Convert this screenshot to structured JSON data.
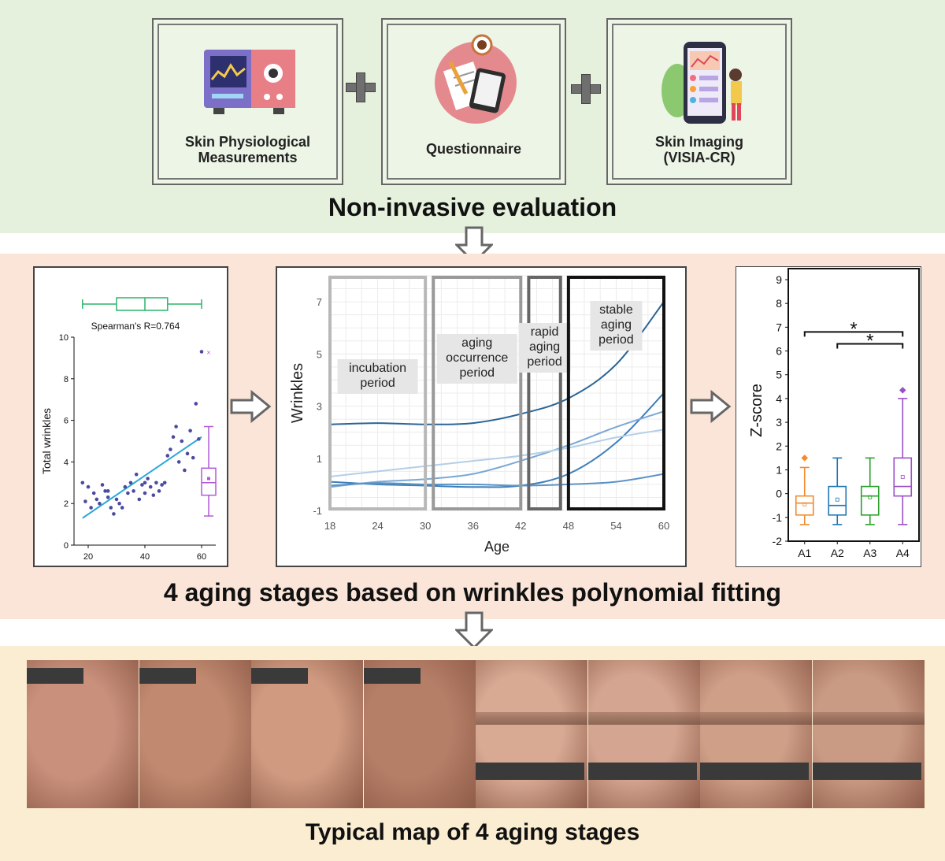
{
  "top": {
    "cards": [
      {
        "label_lines": [
          "Skin Physiological",
          "Measurements"
        ],
        "icon": "physiological-device-icon"
      },
      {
        "label_lines": [
          "Questionnaire"
        ],
        "icon": "questionnaire-icon"
      },
      {
        "label_lines": [
          "Skin Imaging",
          "(VISIA-CR)"
        ],
        "icon": "skin-imaging-phone-icon"
      }
    ],
    "title": "Non-invasive evaluation"
  },
  "middle": {
    "title": "4 aging stages based on wrinkles polynomial fitting"
  },
  "bottom": {
    "title": "Typical map of 4 aging stages"
  },
  "chart_data": [
    {
      "type": "scatter",
      "title": "Spearman's R=0.764",
      "xlabel": "",
      "ylabel": "Total wrinkles",
      "xlim": [
        15,
        65
      ],
      "ylim": [
        0,
        10
      ],
      "xticks": [
        "20",
        "40",
        "60"
      ],
      "yticks": [
        "0",
        "2",
        "4",
        "6",
        "8",
        "10"
      ],
      "points": [
        [
          18,
          3.0
        ],
        [
          19,
          2.1
        ],
        [
          20,
          2.8
        ],
        [
          21,
          1.8
        ],
        [
          22,
          2.5
        ],
        [
          23,
          2.2
        ],
        [
          24,
          2.0
        ],
        [
          25,
          2.9
        ],
        [
          26,
          2.6
        ],
        [
          27,
          2.3
        ],
        [
          27,
          2.6
        ],
        [
          28,
          1.8
        ],
        [
          29,
          1.5
        ],
        [
          30,
          2.2
        ],
        [
          31,
          2.0
        ],
        [
          32,
          1.8
        ],
        [
          33,
          2.8
        ],
        [
          34,
          2.5
        ],
        [
          35,
          3.0
        ],
        [
          36,
          2.6
        ],
        [
          37,
          3.4
        ],
        [
          38,
          2.2
        ],
        [
          39,
          2.9
        ],
        [
          40,
          3.0
        ],
        [
          40,
          2.5
        ],
        [
          41,
          3.2
        ],
        [
          42,
          2.8
        ],
        [
          43,
          2.4
        ],
        [
          44,
          3.0
        ],
        [
          45,
          2.6
        ],
        [
          46,
          2.9
        ],
        [
          47,
          3.0
        ],
        [
          48,
          4.3
        ],
        [
          49,
          4.6
        ],
        [
          50,
          5.2
        ],
        [
          51,
          5.7
        ],
        [
          52,
          4.0
        ],
        [
          53,
          5.0
        ],
        [
          54,
          3.6
        ],
        [
          55,
          4.4
        ],
        [
          56,
          5.5
        ],
        [
          57,
          4.2
        ],
        [
          58,
          6.8
        ],
        [
          59,
          5.1
        ],
        [
          60,
          9.3
        ]
      ],
      "fit_line": [
        [
          18,
          1.3
        ],
        [
          60,
          5.2
        ]
      ],
      "marginal_box_x": {
        "min": 18,
        "q1": 30,
        "median": 40,
        "q3": 48,
        "max": 60
      },
      "marginal_box_y": {
        "min": 1.4,
        "q1": 2.4,
        "median": 3.0,
        "q3": 3.7,
        "max": 5.7,
        "outlier": 9.3,
        "mean": 3.2
      },
      "colors": {
        "points": "#4a4aa0",
        "fit": "#2aa7d8",
        "box_x": "#2db36a",
        "box_y": "#b05ad6"
      }
    },
    {
      "type": "line",
      "xlabel": "Age",
      "ylabel": "Wrinkles",
      "xlim": [
        18,
        60
      ],
      "ylim": [
        -1,
        8
      ],
      "xticks": [
        "18",
        "24",
        "30",
        "36",
        "42",
        "48",
        "54",
        "60"
      ],
      "yticks": [
        "-1",
        "1",
        "3",
        "5",
        "7"
      ],
      "stages": [
        {
          "label_lines": [
            "incubation",
            "period"
          ],
          "range": [
            18,
            30
          ],
          "color": "#b8b8b8"
        },
        {
          "label_lines": [
            "aging",
            "occurrence",
            "period"
          ],
          "range": [
            31,
            42
          ],
          "color": "#999999"
        },
        {
          "label_lines": [
            "rapid",
            "aging",
            "period"
          ],
          "range": [
            43,
            47
          ],
          "color": "#666666"
        },
        {
          "label_lines": [
            "stable",
            "aging",
            "period"
          ],
          "range": [
            48,
            60
          ],
          "color": "#111111"
        }
      ],
      "series": [
        {
          "color": "#2a6496",
          "points": [
            [
              18,
              2.3
            ],
            [
              24,
              2.35
            ],
            [
              30,
              2.3
            ],
            [
              36,
              2.35
            ],
            [
              42,
              2.7
            ],
            [
              48,
              3.3
            ],
            [
              54,
              4.6
            ],
            [
              60,
              7.0
            ]
          ]
        },
        {
          "color": "#3f7fba",
          "points": [
            [
              18,
              0.1
            ],
            [
              24,
              0.0
            ],
            [
              30,
              -0.05
            ],
            [
              36,
              -0.1
            ],
            [
              42,
              -0.05
            ],
            [
              48,
              0.4
            ],
            [
              54,
              1.6
            ],
            [
              60,
              3.5
            ]
          ]
        },
        {
          "color": "#7aa8d6",
          "points": [
            [
              18,
              -0.1
            ],
            [
              24,
              0.1
            ],
            [
              30,
              0.2
            ],
            [
              36,
              0.4
            ],
            [
              42,
              0.9
            ],
            [
              48,
              1.5
            ],
            [
              54,
              2.2
            ],
            [
              60,
              2.8
            ]
          ]
        },
        {
          "color": "#b3cfe8",
          "points": [
            [
              18,
              0.3
            ],
            [
              24,
              0.5
            ],
            [
              30,
              0.7
            ],
            [
              36,
              0.9
            ],
            [
              42,
              1.1
            ],
            [
              48,
              1.4
            ],
            [
              54,
              1.8
            ],
            [
              60,
              2.1
            ]
          ]
        },
        {
          "color": "#5b93c7",
          "points": [
            [
              18,
              -0.05
            ],
            [
              24,
              0.05
            ],
            [
              30,
              0.0
            ],
            [
              36,
              0.0
            ],
            [
              42,
              -0.05
            ],
            [
              48,
              0.0
            ],
            [
              54,
              0.1
            ],
            [
              60,
              0.4
            ]
          ]
        }
      ]
    },
    {
      "type": "box",
      "xlabel": "",
      "ylabel": "Z-score",
      "ylim": [
        -2,
        9
      ],
      "yticks": [
        "-2",
        "-1",
        "0",
        "1",
        "2",
        "3",
        "4",
        "5",
        "6",
        "7",
        "8",
        "9"
      ],
      "categories": [
        "A1",
        "A2",
        "A3",
        "A4"
      ],
      "boxes": [
        {
          "color": "#f28a2e",
          "min": -1.3,
          "q1": -0.9,
          "median": -0.4,
          "q3": -0.1,
          "max": 1.1,
          "mean": -0.45,
          "outlier": 1.5
        },
        {
          "color": "#1f77b4",
          "min": -1.3,
          "q1": -0.9,
          "median": -0.5,
          "q3": 0.3,
          "max": 1.5,
          "mean": -0.25,
          "outlier": null
        },
        {
          "color": "#2ca02c",
          "min": -1.3,
          "q1": -0.9,
          "median": -0.1,
          "q3": 0.3,
          "max": 1.5,
          "mean": -0.15,
          "outlier": null
        },
        {
          "color": "#9b4fc7",
          "min": -1.3,
          "q1": -0.1,
          "median": 0.3,
          "q3": 1.5,
          "max": 4.0,
          "mean": 0.7,
          "outlier": 4.35
        }
      ],
      "significance": [
        {
          "from": "A1",
          "to": "A4",
          "label": "*",
          "y": 6.8
        },
        {
          "from": "A2",
          "to": "A4",
          "label": "*",
          "y": 6.3
        }
      ]
    }
  ],
  "photos": [
    {
      "tone": "#c9917c",
      "redact": "top"
    },
    {
      "tone": "#c18a70",
      "redact": "top"
    },
    {
      "tone": "#cf9a80",
      "redact": "top"
    },
    {
      "tone": "#b57e67",
      "redact": "top"
    },
    {
      "tone": "#d8aa94",
      "redact": "bottom"
    },
    {
      "tone": "#d4a590",
      "redact": "bottom"
    },
    {
      "tone": "#cf9f88",
      "redact": "bottom"
    },
    {
      "tone": "#c99a84",
      "redact": "bottom"
    }
  ]
}
